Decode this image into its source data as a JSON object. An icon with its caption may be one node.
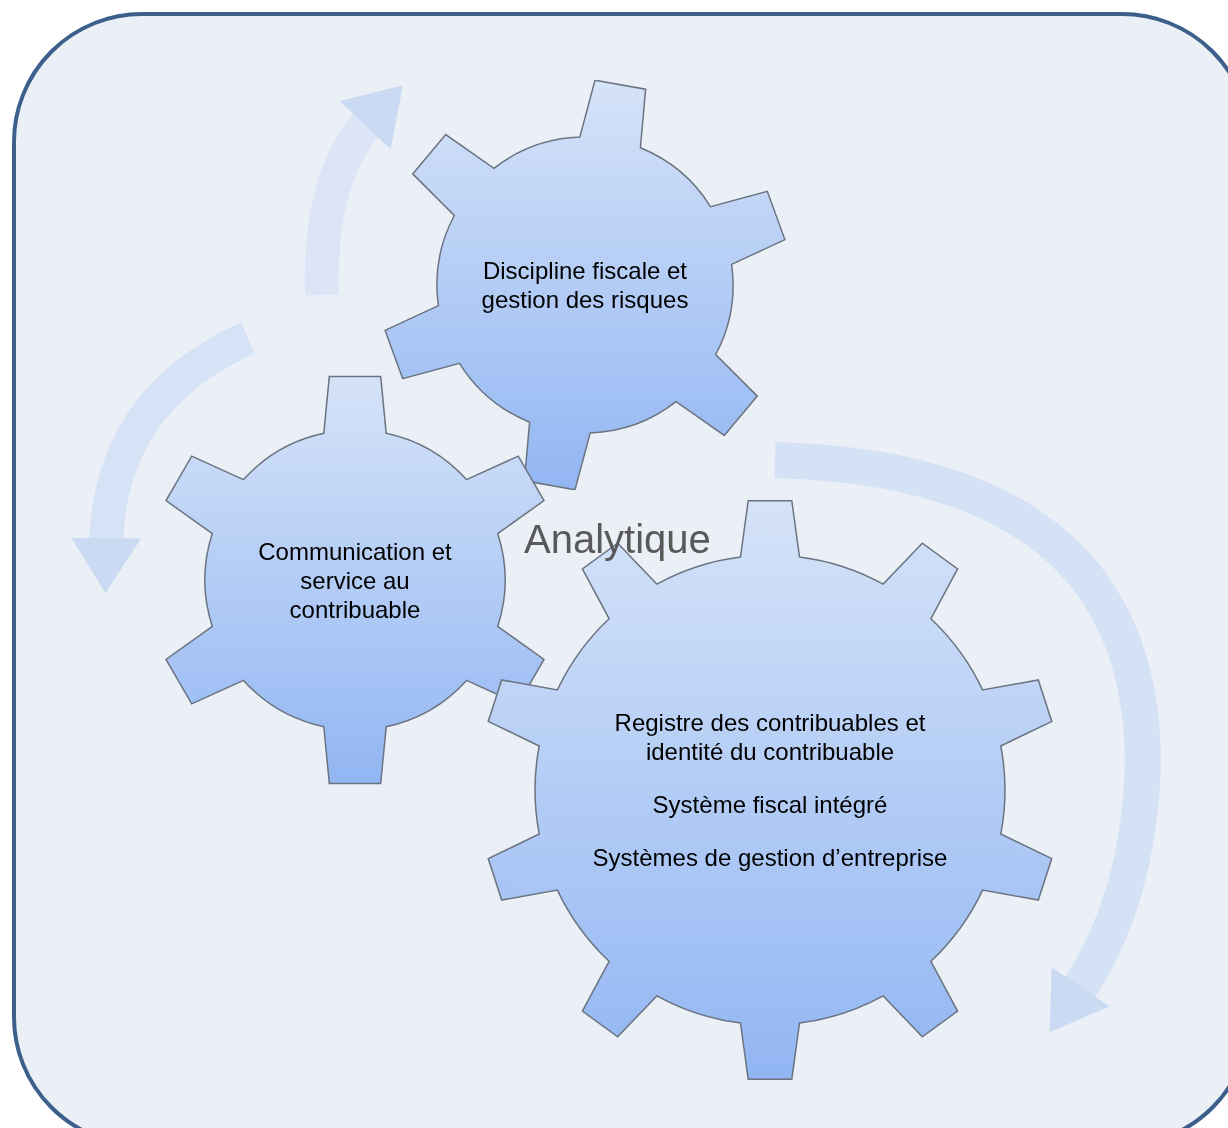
{
  "diagram": {
    "nodes": [
      {
        "text": [
          "Discipline fiscale et gestion des risques"
        ]
      },
      {
        "text": [
          "Communication et service au contribuable"
        ]
      },
      {
        "text": [
          "Registre des contribuables et identité du contribuable",
          "Système fiscal intégré",
          "Systèmes de gestion d’entreprise"
        ]
      }
    ],
    "labels": [
      "Analytique"
    ]
  }
}
